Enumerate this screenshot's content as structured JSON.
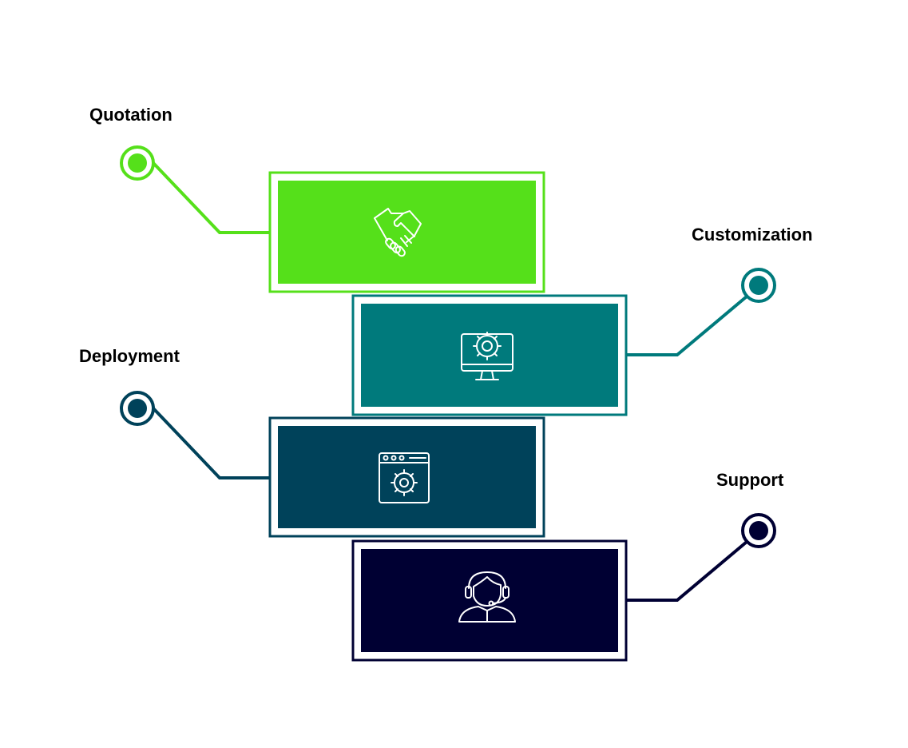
{
  "stages": [
    {
      "label": "Quotation",
      "color": "#55e01a",
      "icon": "handshake-icon"
    },
    {
      "label": "Customization",
      "color": "#007a7c",
      "icon": "monitor-gear-icon"
    },
    {
      "label": "Deployment",
      "color": "#00425a",
      "icon": "browser-gear-icon"
    },
    {
      "label": "Support",
      "color": "#000033",
      "icon": "headset-agent-icon"
    }
  ]
}
